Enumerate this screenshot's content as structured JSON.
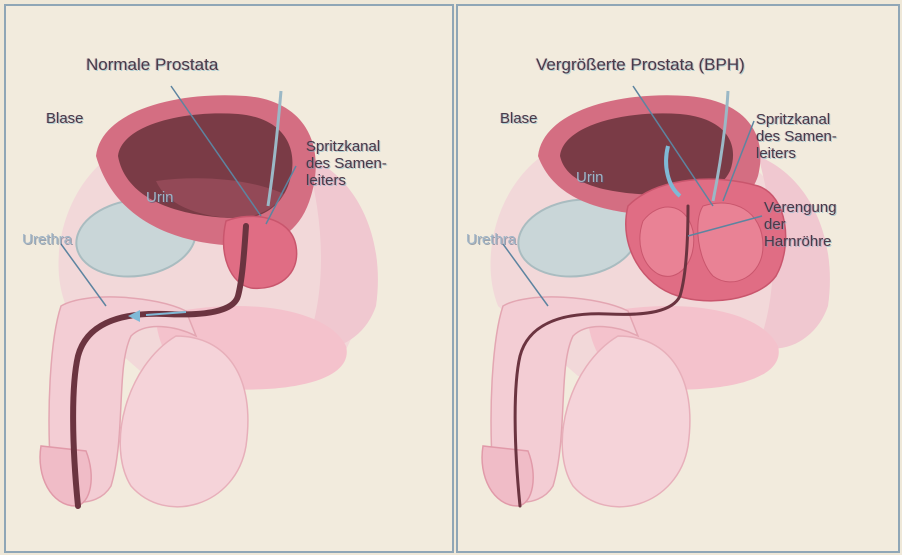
{
  "left_panel": {
    "title": "Normale Prostata",
    "bladder": "Blase",
    "urine": "Urin",
    "urethra": "Urethra",
    "ejaculatory_duct": [
      "Spritzkanal",
      "des Samen-",
      "leiters"
    ]
  },
  "right_panel": {
    "title": "Vergrößerte Prostata (BPH)",
    "bladder": "Blase",
    "urine": "Urin",
    "urethra": "Urethra",
    "ejaculatory_duct": [
      "Spritzkanal",
      "des Samen-",
      "leiters"
    ],
    "narrowing": [
      "Verengung",
      "der",
      "Harnröhre"
    ]
  },
  "colors": {
    "background": "#f2ebdd",
    "tissue_light": "#efc6cf",
    "tissue_pink": "#e48a9a",
    "bladder_wall": "#d46e82",
    "bladder_inner": "#7a3b46",
    "prostate": "#e06d84",
    "urethra": "#6b3440",
    "pubic_bone": "#c9d6d8",
    "frame": "#8fa6b6"
  }
}
